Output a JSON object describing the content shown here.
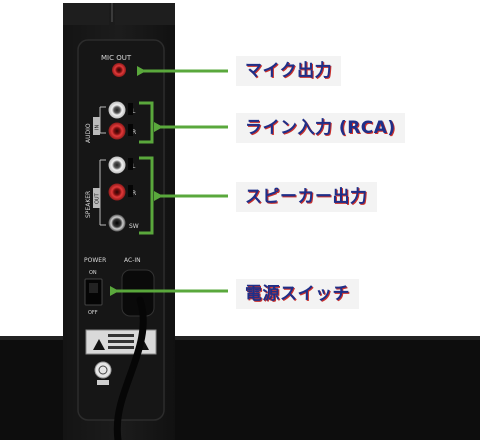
{
  "device": {
    "panel_labels": {
      "mic_out": "MIC OUT",
      "audio": "AUDIO",
      "audio_badge": "IN",
      "speaker": "SPEAKER",
      "speaker_badge": "OUT",
      "ch_l": "L",
      "ch_r": "R",
      "ch_sw": "SW",
      "power": "POWER",
      "ac_in": "AC-IN",
      "on": "ON",
      "off": "OFF"
    }
  },
  "callouts": [
    {
      "text": "マイク出力"
    },
    {
      "text": "ライン入力 (RCA)"
    },
    {
      "text": "スピーカー出力"
    },
    {
      "text": "電源スイッチ"
    }
  ],
  "colors": {
    "arrow": "#5aa83c",
    "callout_text": "#1f2f88",
    "callout_bg": "#f3f3f3",
    "text_shadow": "#c9302c"
  }
}
